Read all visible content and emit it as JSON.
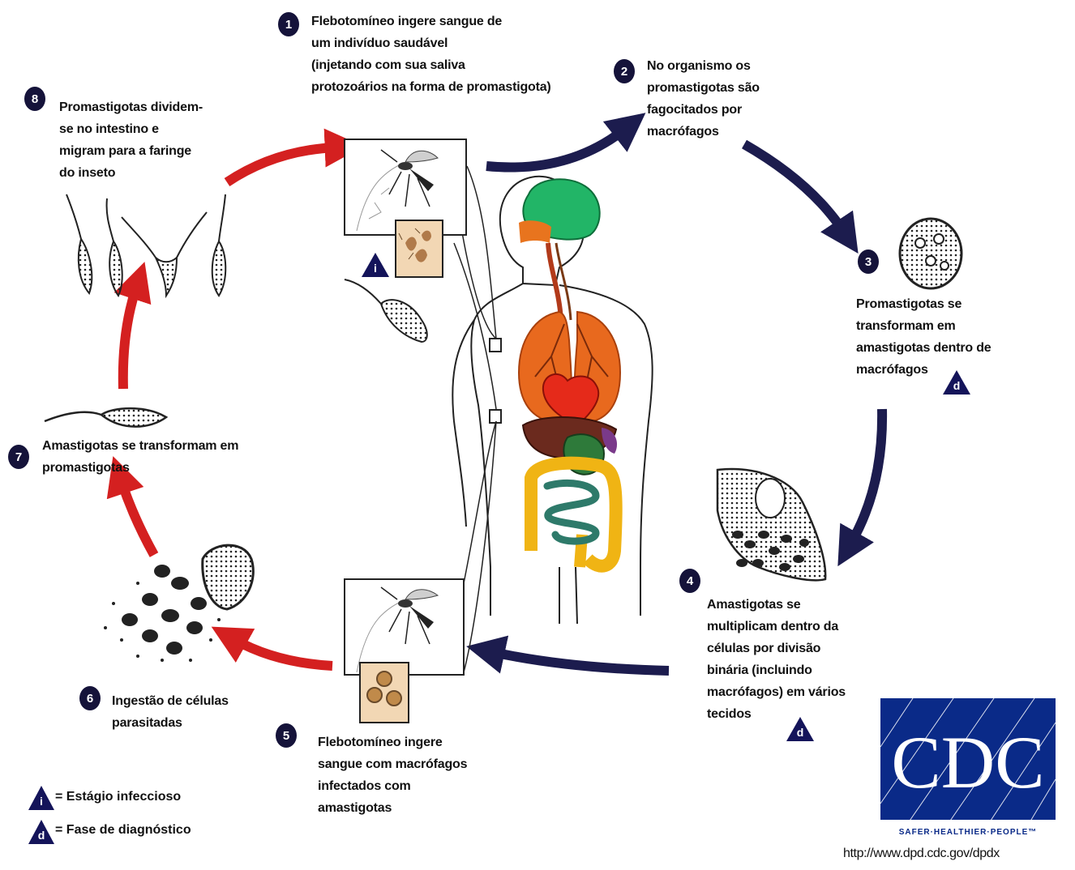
{
  "steps": {
    "s1": {
      "num": "1",
      "text": "Flebotomíneo ingere sangue de\num indivíduo saudável\n(injetando com sua saliva\nprotozoários na forma de promastigota)"
    },
    "s2": {
      "num": "2",
      "text": "No organismo os\npromastigotas são\nfagocitados por\nmacrófagos"
    },
    "s3": {
      "num": "3",
      "text": "Promastigotas se\ntransformam em\namastigotas dentro de\nmacrófagos"
    },
    "s4": {
      "num": "4",
      "text": "Amastigotas se\nmultiplicam dentro da\ncélulas por divisão\nbinária (incluindo\nmacrófagos) em vários\ntecidos"
    },
    "s5": {
      "num": "5",
      "text": "Flebotomíneo ingere\nsangue com macrófagos\ninfectados com\namastigotas"
    },
    "s6": {
      "num": "6",
      "text": "Ingestão de células\nparasitadas"
    },
    "s7": {
      "num": "7",
      "text": "Amastigotas se transformam em\npromastigotas"
    },
    "s8": {
      "num": "8",
      "text": "Promastigotas dividem-\nse no intestino e\nmigram para a faringe\ndo inseto"
    }
  },
  "markers": {
    "infective": "i",
    "diagnostic": "d"
  },
  "legend": {
    "infective_label": "= Estágio infeccioso",
    "diagnostic_label": "= Fase de diagnóstico"
  },
  "logo": {
    "name": "CDC",
    "tagline": "SAFER·HEALTHIER·PEOPLE™",
    "url": "http://www.dpd.cdc.gov/dpdx"
  },
  "colors": {
    "human_arrows": "#1c1c4e",
    "vector_arrows": "#d42020",
    "markers": "#14145a",
    "cdc_blue": "#0a2a88"
  }
}
